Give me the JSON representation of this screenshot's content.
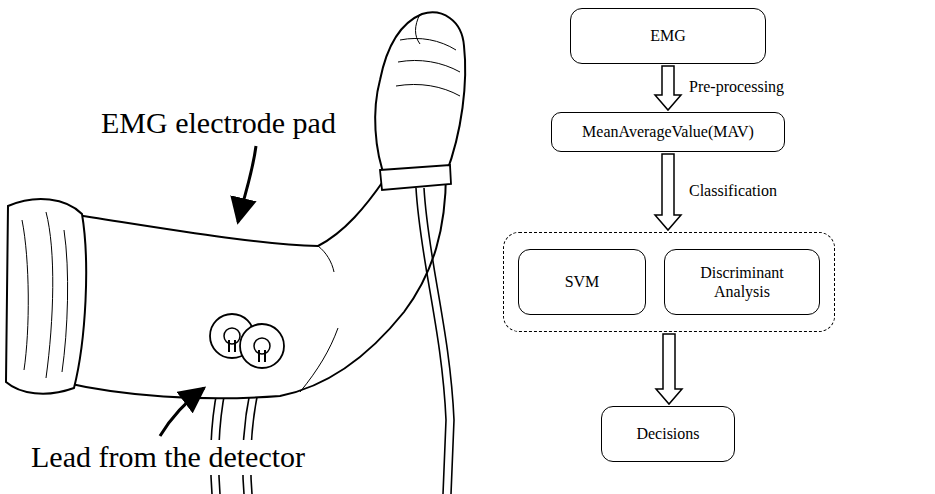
{
  "diagram": {
    "nodes": [
      {
        "text": [
          "EMG"
        ]
      },
      {
        "text": [
          "MeanAverageValue(MAV)"
        ]
      },
      {
        "text": []
      },
      {
        "text": [
          "SVM"
        ],
        "in": 2
      },
      {
        "text": [
          "Discriminant Analysis"
        ],
        "in": 2
      },
      {
        "text": [
          "Decisions"
        ]
      }
    ],
    "edges": [
      {
        "from": 0,
        "to": 1,
        "label": "Pre-processing",
        "arrow": "to"
      },
      {
        "from": 1,
        "to": 2,
        "label": "Classification",
        "arrow": "to"
      },
      {
        "from": 2,
        "to": 5,
        "arrow": "to"
      }
    ],
    "labels": [
      "EMG electrode pad",
      "Lead from the detector"
    ]
  }
}
